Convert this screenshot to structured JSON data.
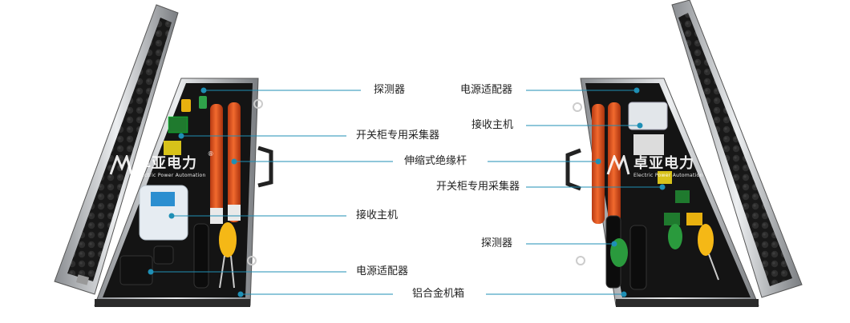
{
  "brand": {
    "name": "卓亚电力",
    "subtitle": "Electric Power Automation",
    "registered": "®",
    "accent_color": "#1b5e9e"
  },
  "labels_left": {
    "probe": "探测器",
    "switch_collector": "开关柜专用采集器",
    "telescopic_rod": "伸缩式绝缘杆",
    "receiver": "接收主机",
    "power_adapter": "电源适配器"
  },
  "labels_right": {
    "power_adapter": "电源适配器",
    "receiver": "接收主机",
    "switch_collector": "开关柜专用采集器",
    "probe": "探测器"
  },
  "bottom_label": "铝合金机箱",
  "colors": {
    "leader_line": "#1f8fb5",
    "dot": "#1f8fb5",
    "rod_orange": "#e8531f",
    "case_frame": "#c9ccd0",
    "foam": "#1c1c1c"
  }
}
